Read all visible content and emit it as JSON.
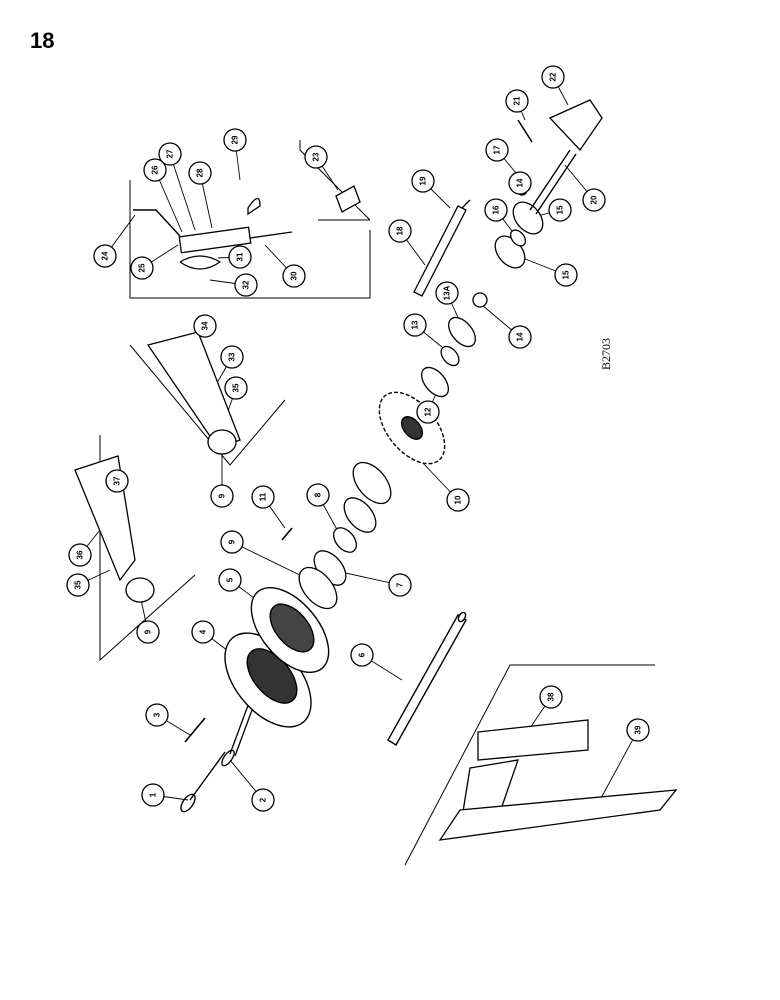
{
  "page_number": "18",
  "figure_code": "B2703",
  "callouts": [
    "1",
    "2",
    "3",
    "4",
    "5",
    "6",
    "7",
    "8",
    "9",
    "10",
    "11",
    "12",
    "13",
    "13A",
    "14",
    "15",
    "16",
    "17",
    "18",
    "19",
    "20",
    "21",
    "22",
    "23",
    "24",
    "25",
    "26",
    "27",
    "28",
    "29",
    "30",
    "31",
    "32",
    "33",
    "34",
    "35",
    "36",
    "37",
    "38",
    "39"
  ]
}
